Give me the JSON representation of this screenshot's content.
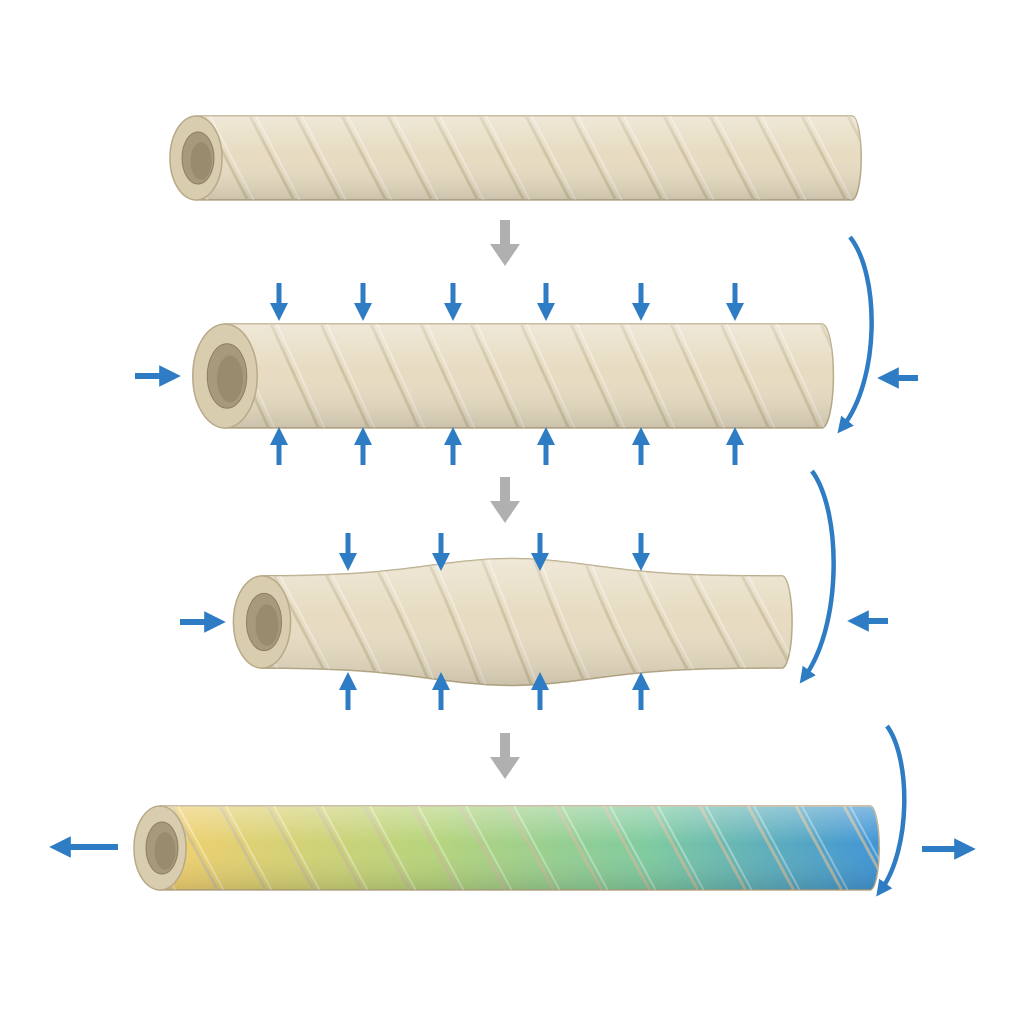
{
  "diagram": {
    "stages": [
      {
        "id": "initial-tube",
        "state": "straight",
        "loads": []
      },
      {
        "id": "compressed-tube",
        "state": "straight",
        "loads": [
          "radial-compression",
          "axial-compression",
          "torsion"
        ]
      },
      {
        "id": "bulged-tube",
        "state": "bulged",
        "loads": [
          "radial-compression",
          "axial-compression",
          "torsion"
        ]
      },
      {
        "id": "stretched-tube",
        "state": "strained-gradient",
        "loads": [
          "axial-tension",
          "torsion"
        ]
      }
    ],
    "colors": {
      "tube_fill": "#e7dcc2",
      "tube_stroke": "#b8aa88",
      "helix": "#c9bc9b",
      "load_arrow": "#2e7cc4",
      "flow_arrow": "#b0b0b0",
      "gradient": [
        "#f2cf6e",
        "#b6d47c",
        "#7fcba0",
        "#3f94d6"
      ]
    },
    "icons": {
      "load": "arrow-icon",
      "torsion": "curved-arrow-icon",
      "flow": "down-arrow-icon"
    }
  }
}
